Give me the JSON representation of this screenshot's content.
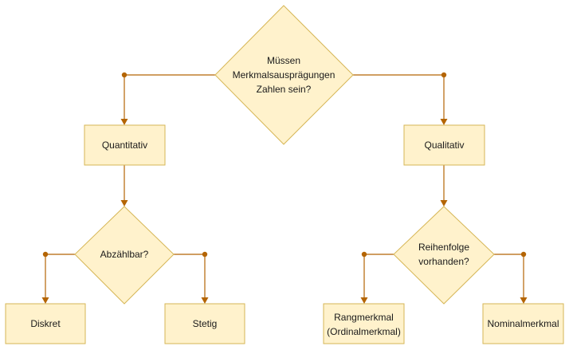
{
  "diagram": {
    "root_question": {
      "line1": "Müssen",
      "line2": "Merkmalsausprägungen",
      "line3": "Zahlen sein?"
    },
    "quantitative_box": "Quantitativ",
    "qualitative_box": "Qualitativ",
    "countable_question": "Abzählbar?",
    "order_question": {
      "line1": "Reihenfolge",
      "line2": "vorhanden?"
    },
    "discrete_box": "Diskret",
    "continuous_box": "Stetig",
    "ordinal_box": {
      "line1": "Rangmerkmal",
      "line2": "(Ordinalmerkmal)"
    },
    "nominal_box": "Nominalmerkmal"
  },
  "colors": {
    "node_fill": "#fff2cc",
    "node_stroke": "#d6b656",
    "edge": "#b46504"
  }
}
